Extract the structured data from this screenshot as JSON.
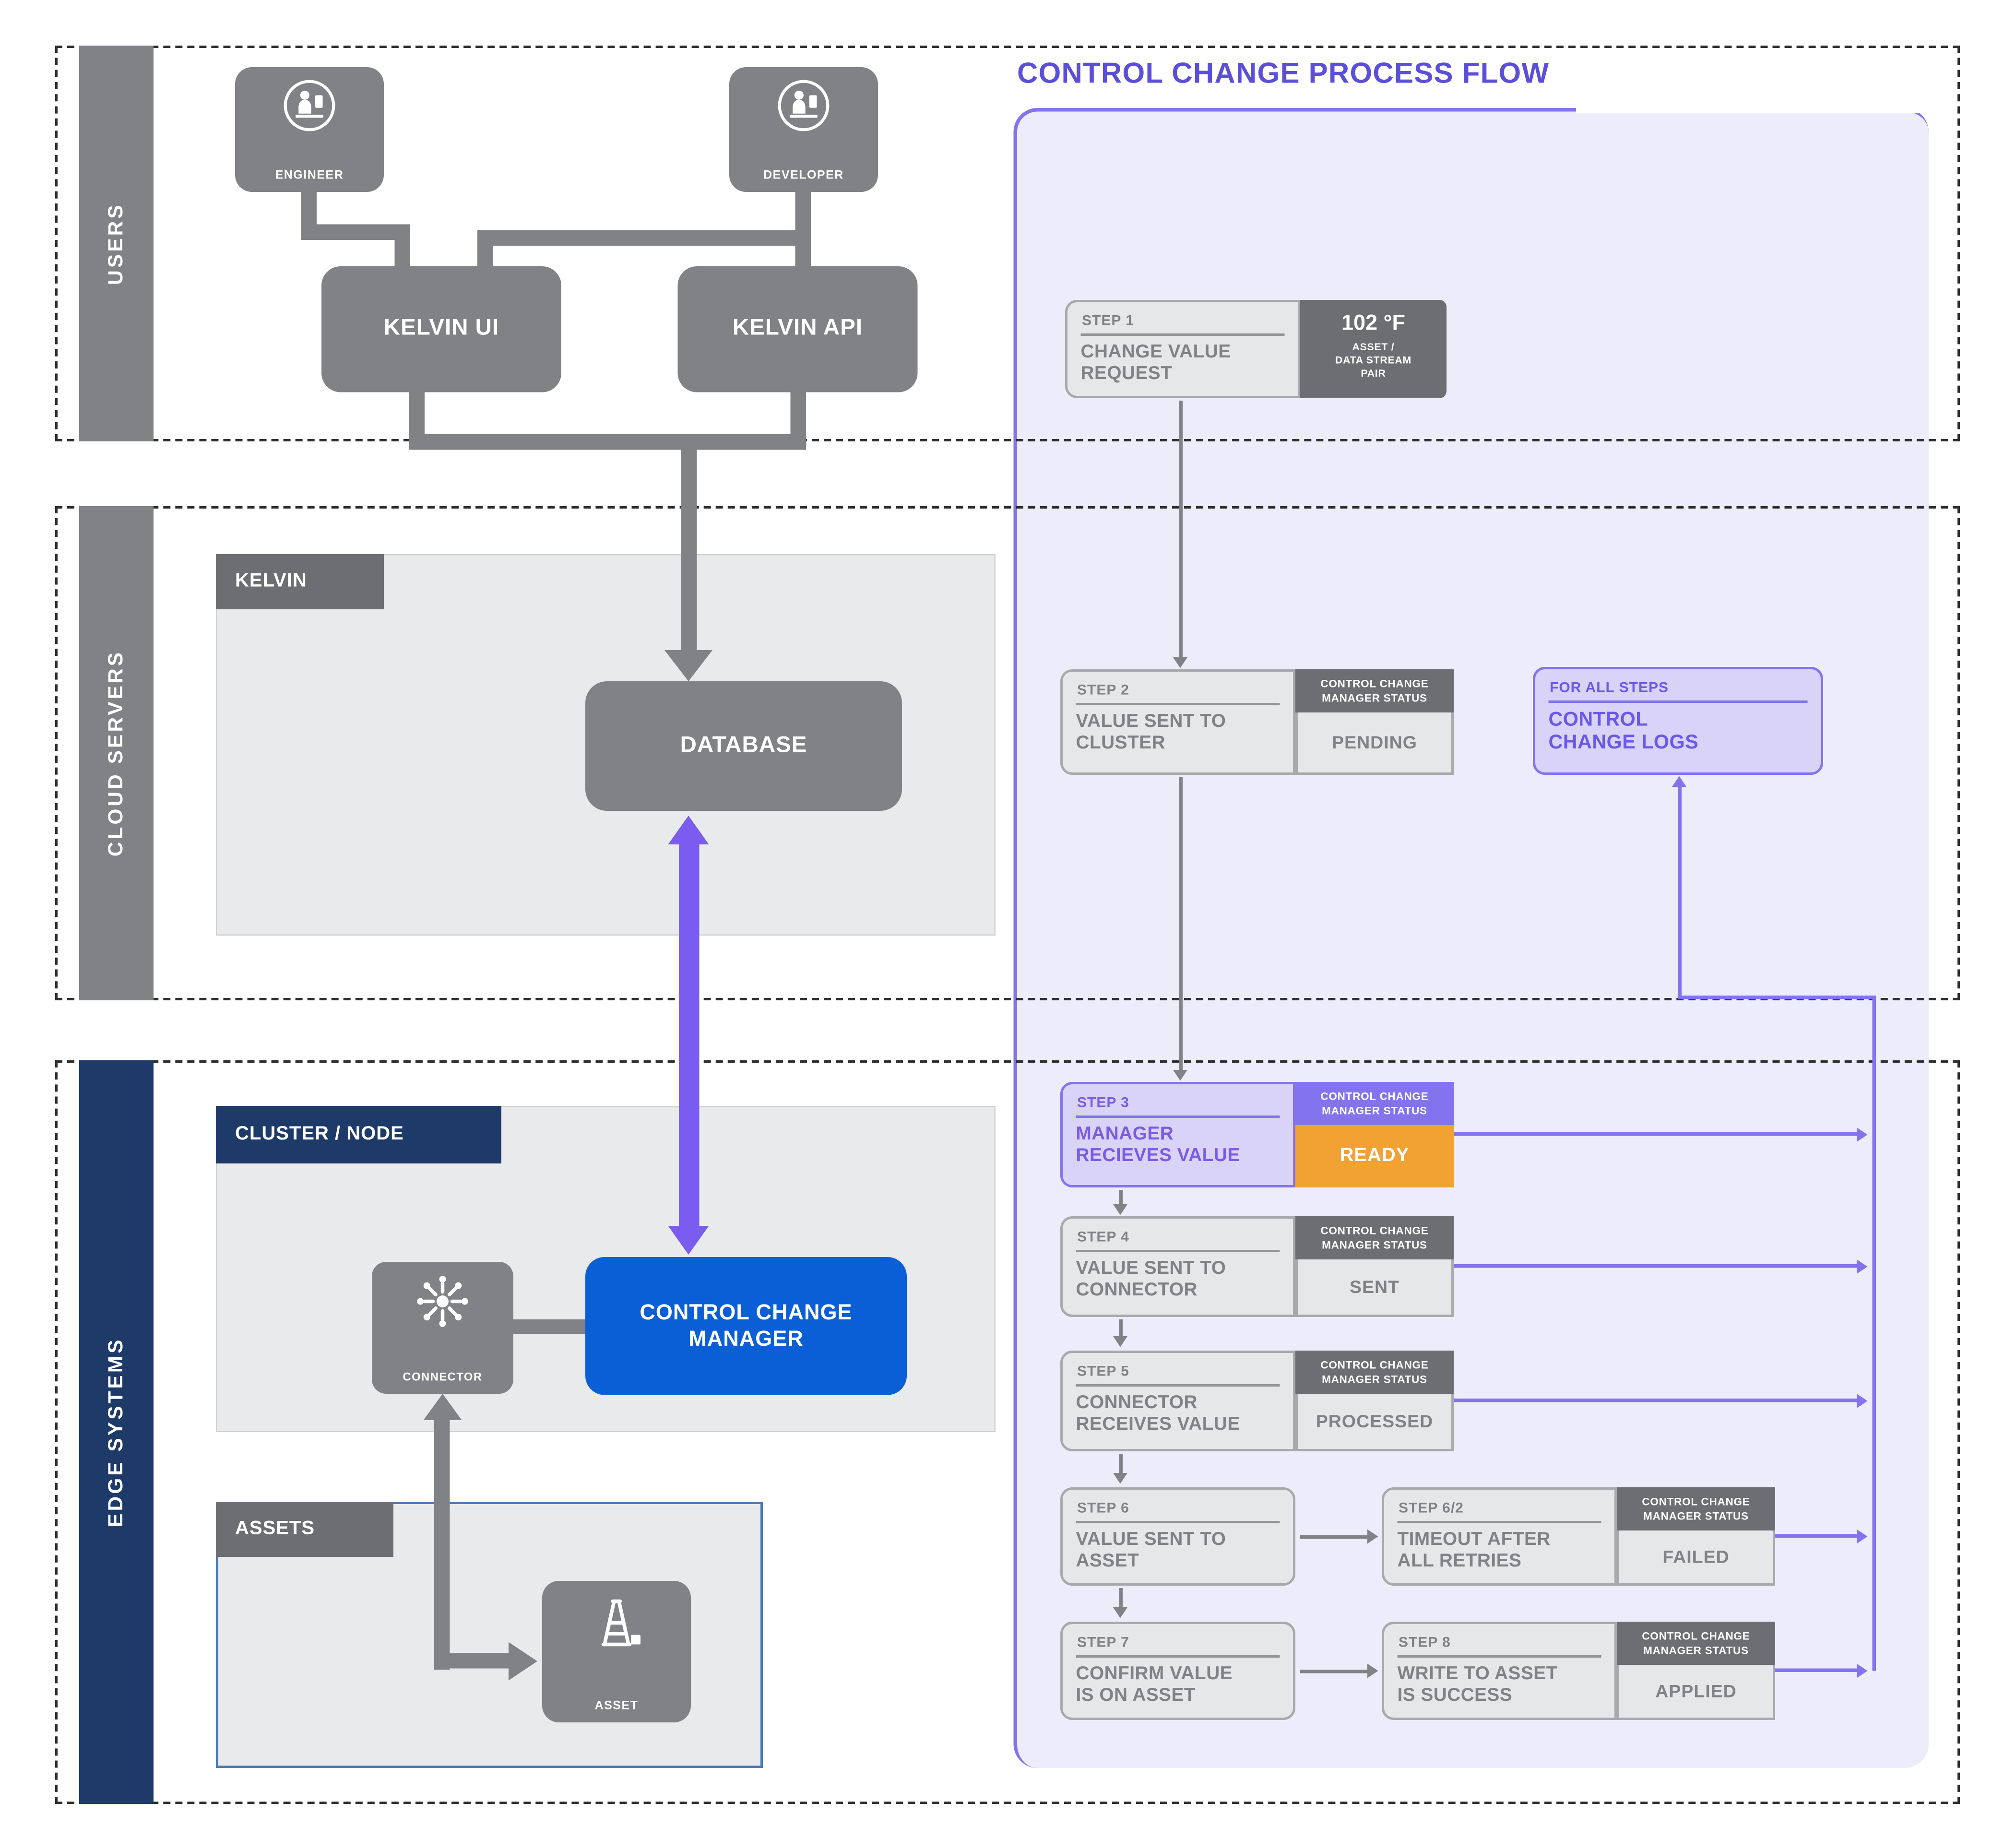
{
  "title": "CONTROL CHANGE PROCESS FLOW",
  "colors": {
    "accent_purple": "#8373EE",
    "arrow_purple": "#7A5CF0",
    "panel_lavender": "#EDECFB",
    "brand_blue": "#0A5FD6",
    "navy": "#1E3A69",
    "gray": "#808285",
    "dark_gray": "#6D6E71",
    "status_orange": "#F2A233"
  },
  "bands": [
    {
      "label": "USERS"
    },
    {
      "label": "CLOUD SERVERS"
    },
    {
      "label": "EDGE SYSTEMS"
    }
  ],
  "architecture": {
    "engineer": {
      "label": "ENGINEER",
      "icon": "person-at-desk-icon"
    },
    "developer": {
      "label": "DEVELOPER",
      "icon": "person-at-desk-icon"
    },
    "kelvin_ui": {
      "label": "KELVIN UI"
    },
    "kelvin_api": {
      "label": "KELVIN API"
    },
    "kelvin_group": {
      "label": "KELVIN"
    },
    "database": {
      "label": "DATABASE"
    },
    "cluster_group": {
      "label": "CLUSTER / NODE"
    },
    "connector": {
      "label": "CONNECTOR",
      "icon": "hub-icon"
    },
    "control_change_manager": {
      "label": "CONTROL CHANGE MANAGER"
    },
    "assets_group": {
      "label": "ASSETS"
    },
    "asset": {
      "label": "ASSET",
      "icon": "oil-derrick-icon"
    }
  },
  "flow": {
    "status_header": {
      "line1": "CONTROL CHANGE",
      "line2": "MANAGER STATUS"
    },
    "value_tag": {
      "value": "102 °F",
      "lines": [
        "ASSET /",
        "DATA STREAM",
        "PAIR"
      ]
    },
    "logs": {
      "label": "FOR ALL STEPS",
      "text": "CONTROL CHANGE LOGS"
    },
    "steps": [
      {
        "label": "STEP 1",
        "text": "CHANGE VALUE REQUEST"
      },
      {
        "label": "STEP 2",
        "text": "VALUE SENT TO CLUSTER",
        "status": "PENDING"
      },
      {
        "label": "STEP 3",
        "text": "MANAGER RECIEVES VALUE",
        "status": "READY"
      },
      {
        "label": "STEP 4",
        "text": "VALUE SENT TO CONNECTOR",
        "status": "SENT"
      },
      {
        "label": "STEP 5",
        "text": "CONNECTOR RECEIVES VALUE",
        "status": "PROCESSED"
      },
      {
        "label": "STEP 6",
        "text": "VALUE SENT TO ASSET"
      },
      {
        "label": "STEP 6/2",
        "text": "TIMEOUT AFTER ALL RETRIES",
        "status": "FAILED"
      },
      {
        "label": "STEP 7",
        "text": "CONFIRM VALUE IS ON ASSET"
      },
      {
        "label": "STEP 8",
        "text": "WRITE TO ASSET IS SUCCESS",
        "status": "APPLIED"
      }
    ]
  }
}
